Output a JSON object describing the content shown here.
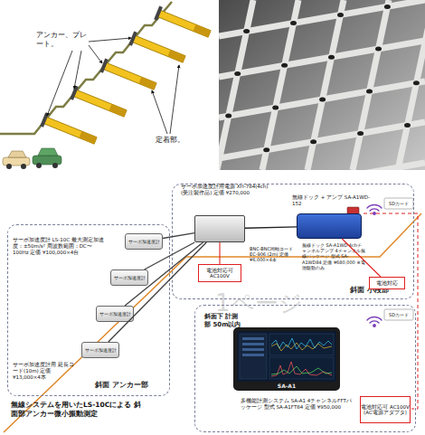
{
  "diagram": {
    "title": "無線システムを用いたLS-10Cによる 斜面部アンカー微小振動測定",
    "nodes": [
      {
        "text": [
          "斜面 アンカー部"
        ]
      },
      {
        "text": [
          "サーボ加速度計"
        ],
        "in": 0
      },
      {
        "text": [
          "サーボ加速度計"
        ],
        "in": 0
      },
      {
        "text": [
          "サーボ加速度計"
        ],
        "in": 0
      },
      {
        "text": [
          "サーボ加速度計"
        ],
        "in": 0
      },
      {
        "text": [
          "斜面 小段部"
        ]
      },
      {
        "text": [
          "サーボ加速度計用電源 XH-784(4ch) (受注製作品) 定価 ¥270,000"
        ],
        "in": 5
      },
      {
        "text": [
          "電池対応可 AC100V"
        ],
        "in": 5
      },
      {
        "text": [
          "無線ドック + アンプ SA-A1WD-152"
        ],
        "in": 5
      },
      {
        "text": [
          "電池対応"
        ],
        "in": 5
      },
      {
        "text": [
          "斜面下 計測部 50m以内"
        ]
      },
      {
        "text": [
          "SA-A1"
        ],
        "in": 10
      },
      {
        "text": [
          "電池対応可 AC100V (AC電源アダプタ)"
        ],
        "in": 10
      }
    ],
    "edges": [
      {
        "from": 1,
        "to": 6,
        "arrow": "none"
      },
      {
        "from": 2,
        "to": 6,
        "arrow": "none"
      },
      {
        "from": 3,
        "to": 6,
        "arrow": "none"
      },
      {
        "from": 4,
        "to": 6,
        "arrow": "none"
      },
      {
        "from": 7,
        "to": 6,
        "arrow": "none"
      },
      {
        "from": 9,
        "to": 8,
        "arrow": "none"
      },
      {
        "from": 6,
        "to": 8,
        "arrow": "none"
      }
    ],
    "labels": [
      "アンカー、プレート。",
      "定着部。",
      "サーボ加速度計 LS-10C 最大測定加速度：±50m/s² 周波数範囲：DC〜100Hz 定価 ¥100,000×4台",
      "サーボ加速度計用 延長コード(10m) 定価 ¥13,000×4本",
      "BNC-BNC同軸コード EC-906 (2m) 定価 ¥6,000×4本",
      "無線ドック SA-A1WD 4chチャンネルアンプ 4チャンネル無線パッケージ 型式 SA-A1WD84 定価 ¥680,000 ※電池駆動のみ",
      "SDカード",
      "1ページ",
      "多機能計測システム SA-A1 4チャンネルFFTパッケージ 型式 SA-A1FT84 定価 ¥950,000",
      "SDカード"
    ]
  }
}
